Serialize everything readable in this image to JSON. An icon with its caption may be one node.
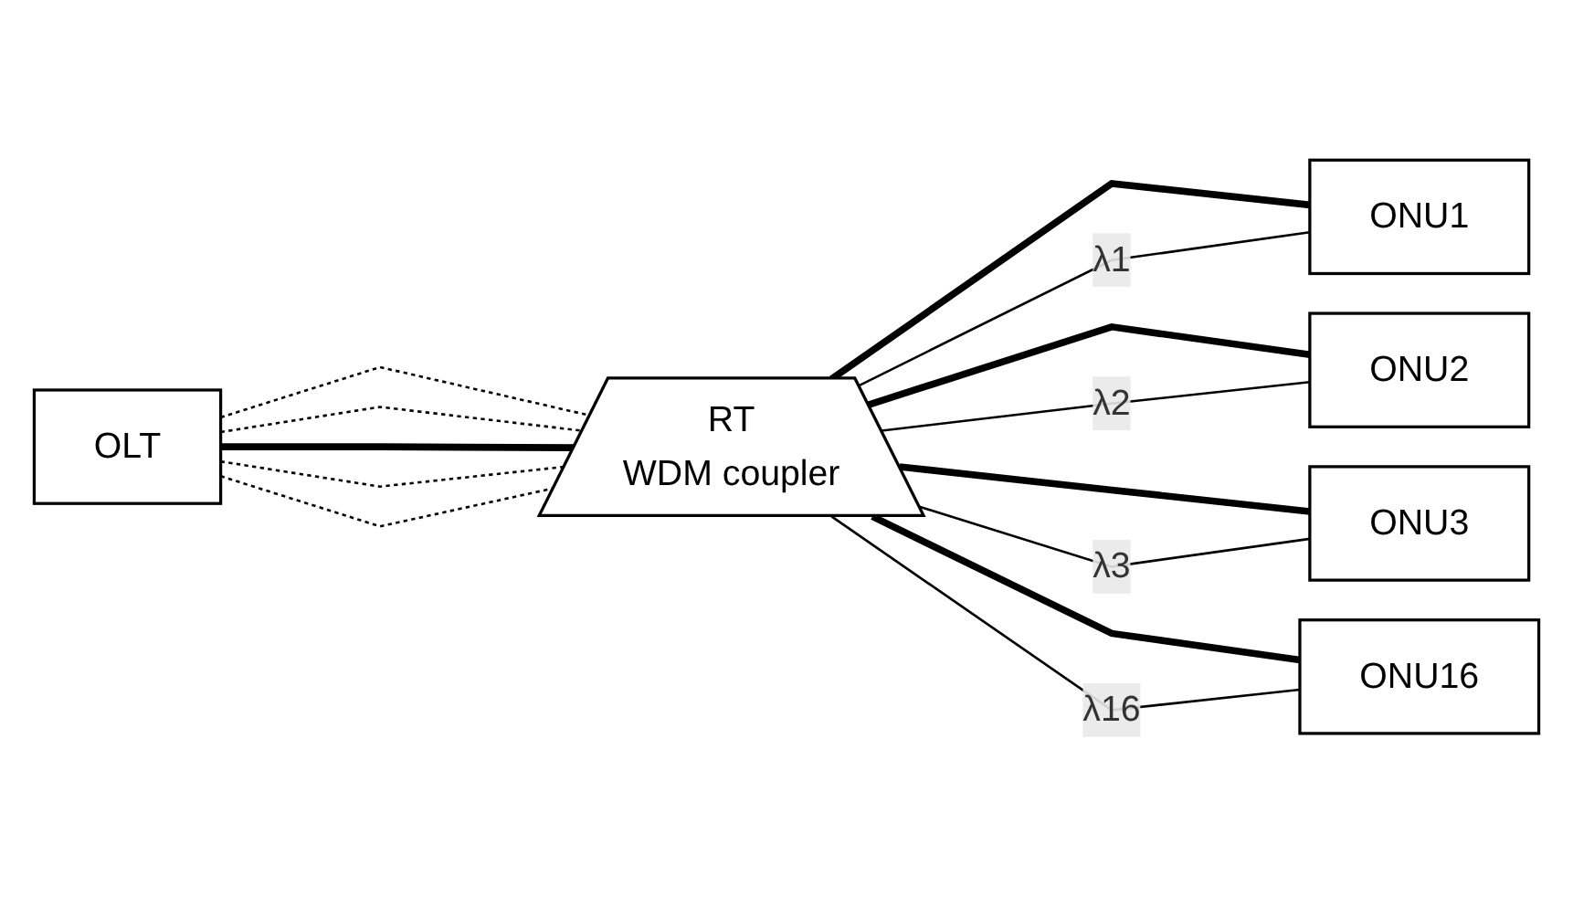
{
  "diagram": {
    "nodes": [
      {
        "text": [
          "OLT"
        ]
      },
      {
        "text": [
          "RT",
          "WDM coupler"
        ]
      },
      {
        "text": [
          "ONU1"
        ]
      },
      {
        "text": [
          "ONU2"
        ]
      },
      {
        "text": [
          "ONU3"
        ]
      },
      {
        "text": [
          "ONU16"
        ]
      }
    ],
    "edges": [
      {
        "from": 0,
        "to": 1,
        "arrow": "none",
        "style": "dashed"
      },
      {
        "from": 0,
        "to": 1,
        "arrow": "none",
        "style": "dashed"
      },
      {
        "from": 0,
        "to": 1,
        "arrow": "none",
        "style": "thick"
      },
      {
        "from": 0,
        "to": 1,
        "arrow": "none",
        "style": "dashed"
      },
      {
        "from": 0,
        "to": 1,
        "arrow": "none",
        "style": "dashed"
      },
      {
        "from": 1,
        "to": 2,
        "arrow": "none",
        "style": "thick"
      },
      {
        "from": 1,
        "to": 2,
        "arrow": "none",
        "label": "λ1"
      },
      {
        "from": 1,
        "to": 3,
        "arrow": "none",
        "style": "thick"
      },
      {
        "from": 1,
        "to": 3,
        "arrow": "none",
        "label": "λ2"
      },
      {
        "from": 1,
        "to": 4,
        "arrow": "none",
        "style": "thick"
      },
      {
        "from": 1,
        "to": 4,
        "arrow": "none",
        "label": "λ3"
      },
      {
        "from": 1,
        "to": 5,
        "arrow": "none",
        "style": "thick"
      },
      {
        "from": 1,
        "to": 5,
        "arrow": "none",
        "label": "λ16"
      }
    ]
  }
}
